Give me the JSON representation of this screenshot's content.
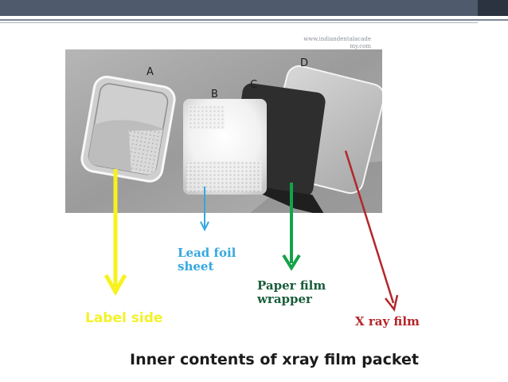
{
  "watermark": {
    "line1": "www.indiandentalacade",
    "line2": "my.com"
  },
  "photo_letters": {
    "a": "A",
    "b": "B",
    "c": "C",
    "d": "D"
  },
  "labels": {
    "lead_line1": "Lead foil",
    "lead_line2": "sheet",
    "paper_line1": "Paper film",
    "paper_line2": "wrapper",
    "label_side": "Label side",
    "xray_film": "X ray film"
  },
  "caption": "Inner contents of xray film packet",
  "colors": {
    "header_bar": "#4f5b6c",
    "label_side_arrow": "#f7f21e",
    "lead_foil_arrow": "#35a7de",
    "paper_wrapper_arrow": "#14a24a",
    "xray_film_arrow": "#b3262a"
  }
}
